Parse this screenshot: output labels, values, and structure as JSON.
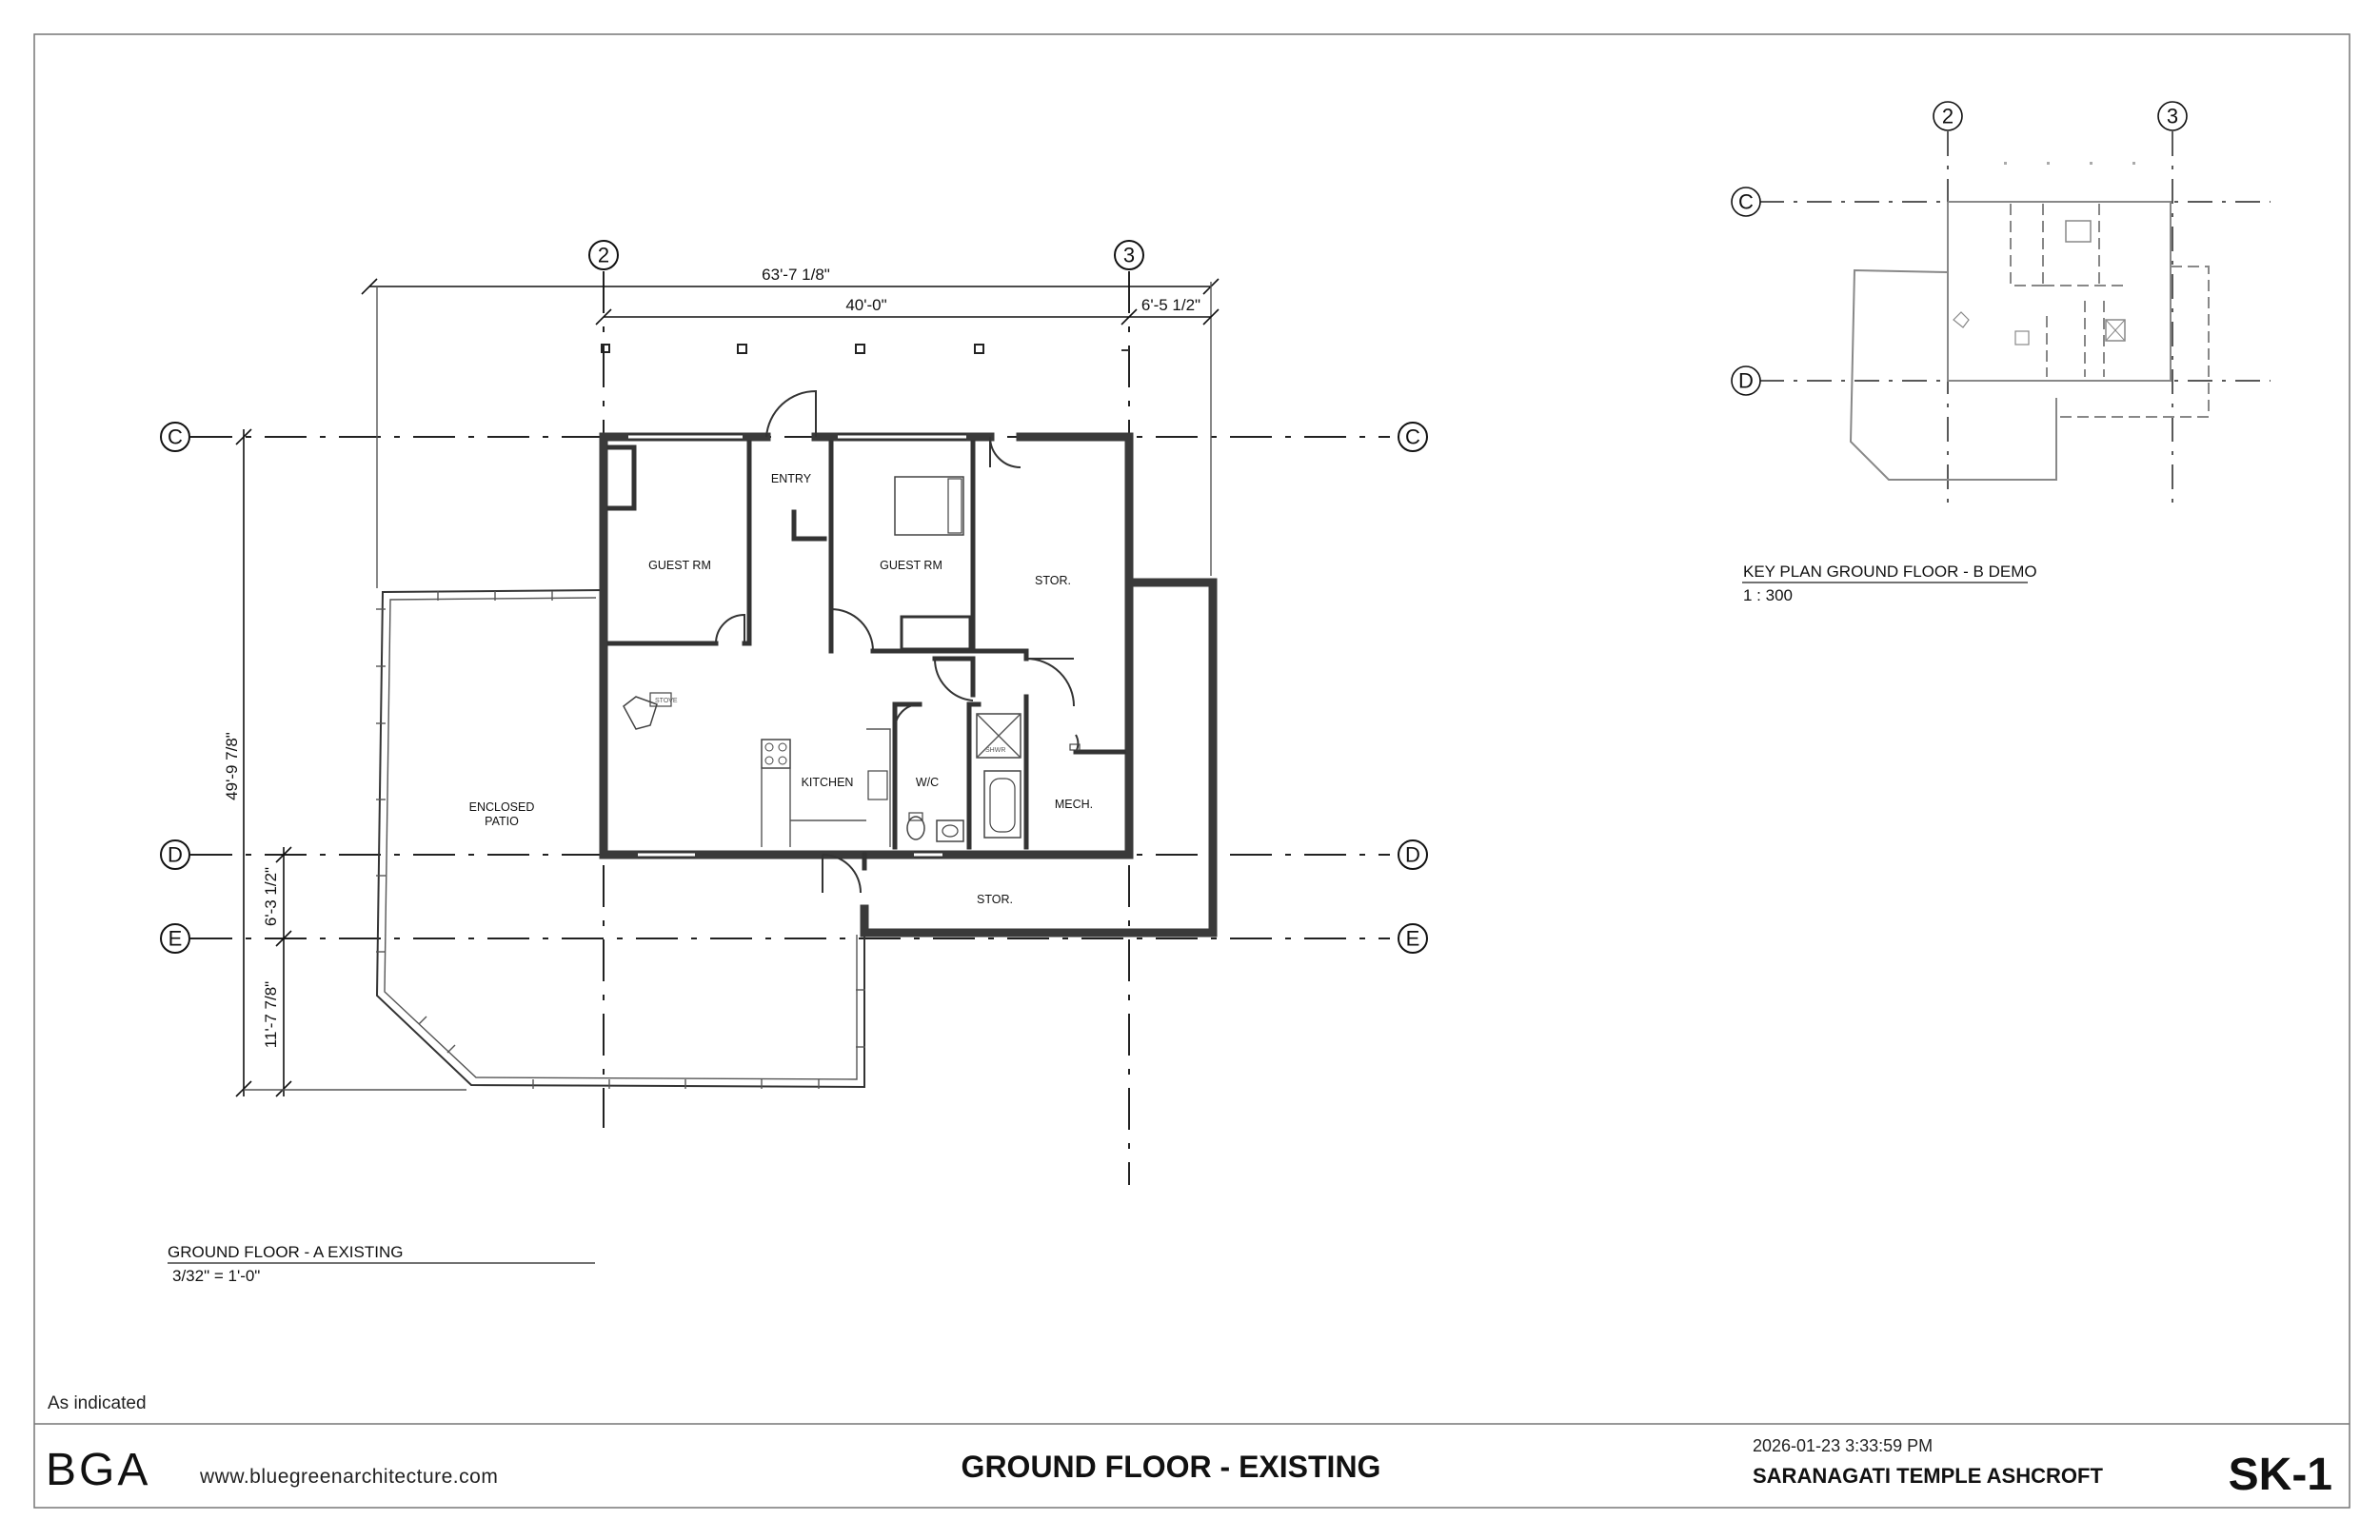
{
  "gridlines": {
    "g2": "2",
    "g3": "3",
    "gC": "C",
    "gD": "D",
    "gE": "E"
  },
  "dimensions": {
    "overall_width": "63'-7 1/8\"",
    "grid_width": "40'-0\"",
    "right_offset": "6'-5 1/2\"",
    "overall_depth": "49'-9 7/8\"",
    "d_to_e": "6'-3 1/2\"",
    "e_to_edge": "11'-7 7/8\""
  },
  "rooms": {
    "entry": "ENTRY",
    "guest_rm_1": "GUEST RM",
    "guest_rm_2": "GUEST RM",
    "stor_1": "STOR.",
    "stor_2": "STOR.",
    "kitchen": "KITCHEN",
    "wc": "W/C",
    "mech": "MECH.",
    "enclosed_patio_1": "ENCLOSED",
    "enclosed_patio_2": "PATIO",
    "stove": "STOVE",
    "shower": "SHWR"
  },
  "view_titles": {
    "main_title": "GROUND FLOOR - A EXISTING",
    "main_scale": "3/32\" = 1'-0\"",
    "key_title": "KEY PLAN GROUND FLOOR - B DEMO",
    "key_scale": "1 : 300"
  },
  "title_block": {
    "scale_note": "As indicated",
    "logo": "BGA",
    "website": "www.bluegreenarchitecture.com",
    "sheet_title": "GROUND FLOOR - EXISTING",
    "timestamp": "2026-01-23 3:33:59 PM",
    "project": "SARANAGATI TEMPLE ASHCROFT",
    "sheet_number": "SK-1"
  }
}
